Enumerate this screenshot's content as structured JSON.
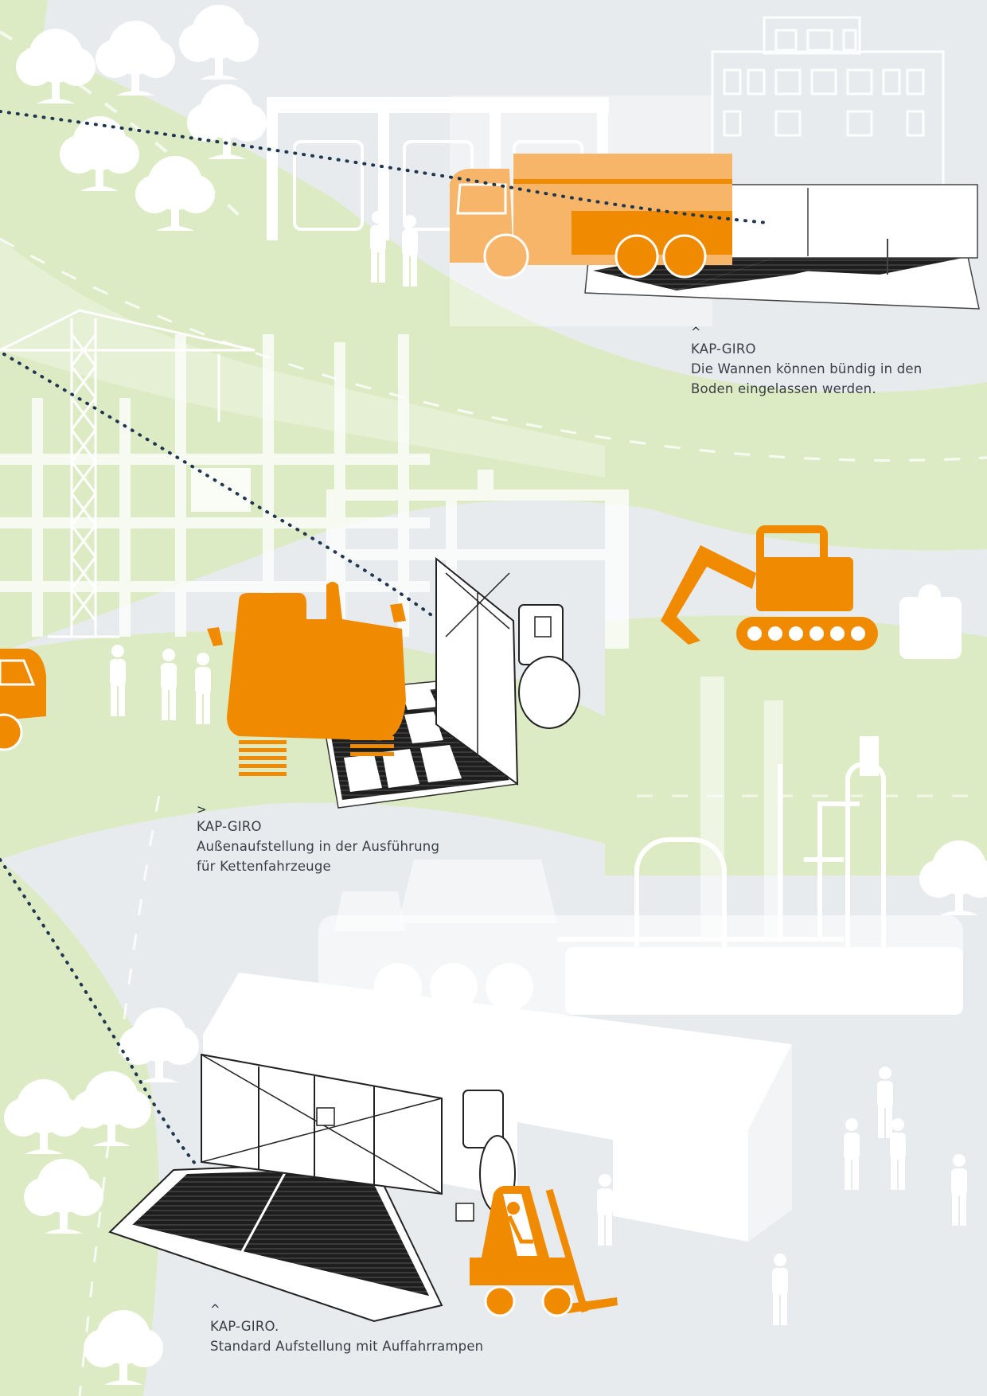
{
  "captions": {
    "top": {
      "marker": "^",
      "title": "KAP-GIRO",
      "line1": "Die Wannen können bündig in den",
      "line2": "Boden eingelassen werden."
    },
    "middle": {
      "marker": ">",
      "title": "KAP-GIRO",
      "line1": "Außenaufstellung in der Ausführung",
      "line2": "für Kettenfahrzeuge"
    },
    "bottom": {
      "marker": "^",
      "title": "KAP-GIRO.",
      "line1": "Standard Aufstellung mit Auffahrrampen"
    }
  },
  "colors": {
    "background": "#e8ebee",
    "green_area": "#dcebc4",
    "accent_orange": "#f08a00",
    "light_orange": "#f6b568",
    "white_silhouette": "#ffffff",
    "dotted_line": "#1f3650",
    "equipment_dark": "#1e1e1e"
  },
  "icons": [
    "tree-icon",
    "truck-icon",
    "excavator-icon",
    "crawler-vehicle-icon",
    "forklift-icon",
    "crane-icon",
    "person-icon",
    "factory-icon",
    "warehouse-icon"
  ]
}
